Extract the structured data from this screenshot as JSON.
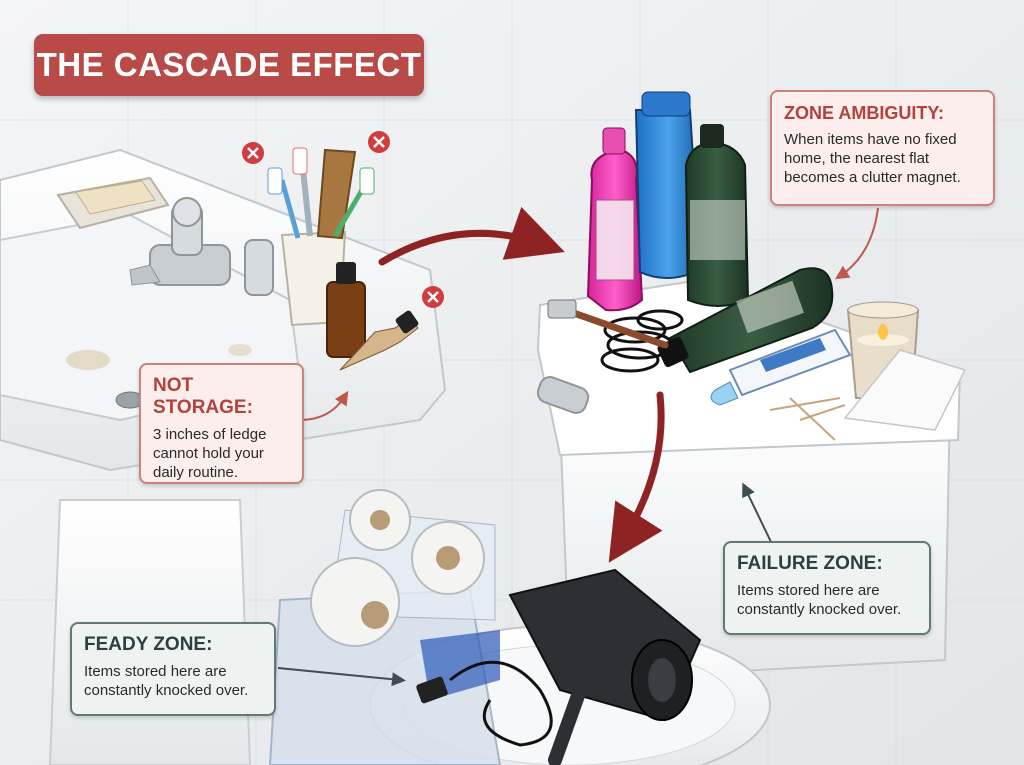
{
  "title": "THE CASCADE EFFECT",
  "callouts": {
    "not_storage": {
      "heading": "NOT STORAGE:",
      "body": "3 inches of ledge cannot hold your daily routine."
    },
    "zone_ambiguity": {
      "heading": "ZONE AMBIGUITY:",
      "body": "When items have no fixed home, the nearest flat becomes a clutter magnet."
    },
    "failure_zone": {
      "heading": "FAILURE ZONE:",
      "body": "Items stored here are constantly knocked over."
    },
    "feady_zone": {
      "heading": "FEADY ZONE:",
      "body": "Items stored here are constantly knocked over."
    }
  },
  "colors": {
    "banner": "#b84a48",
    "flow_arrow": "#8e2323",
    "red_callout_border": "#c9837c",
    "teal_callout_border": "#5f7a73",
    "marker_x": "#d13c3c"
  }
}
